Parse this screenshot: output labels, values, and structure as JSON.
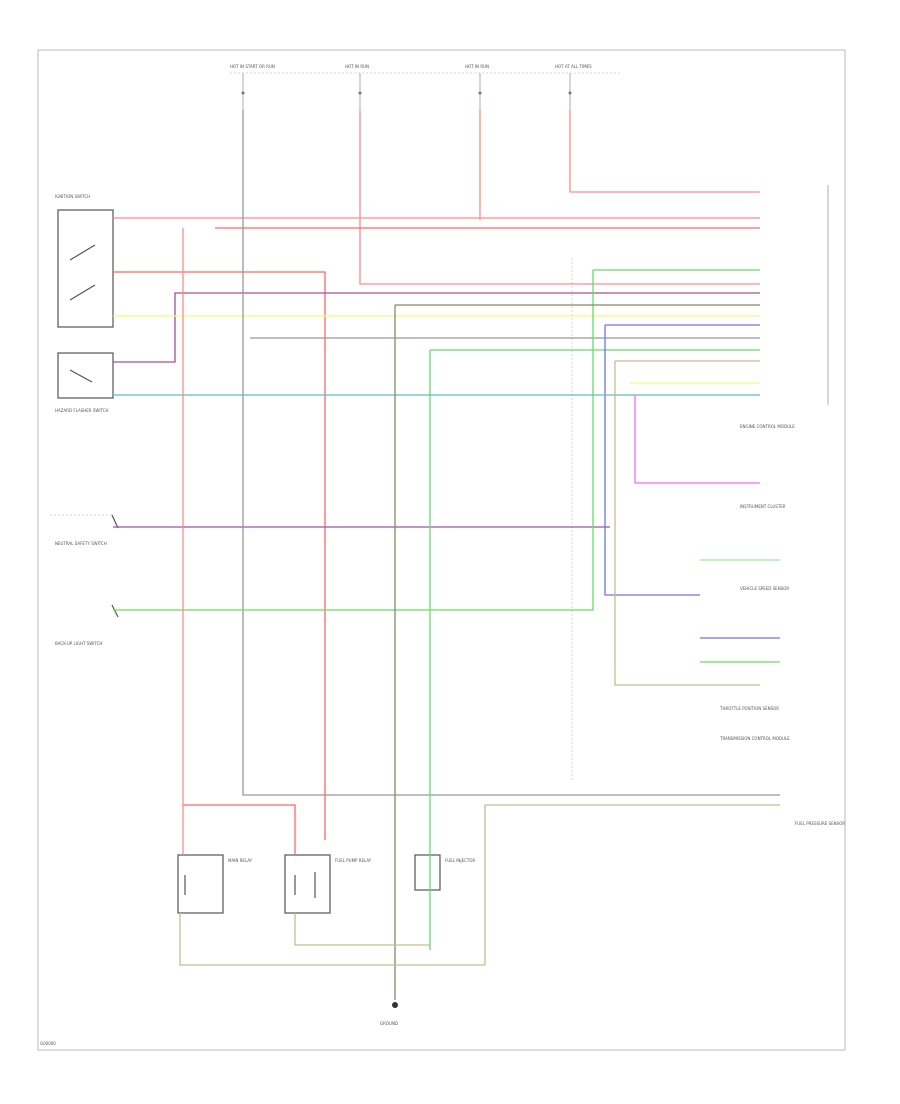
{
  "diagram": {
    "wire_colors": {
      "red": "#ff8a8a",
      "pink": "#ff6666",
      "violet": "#a050a0",
      "yellow": "#f7f780",
      "green": "#66dd66",
      "blue": "#7070f0",
      "teal": "#66bbbb",
      "gray": "#999999",
      "tan": "#c8bc8c",
      "olive": "#888866",
      "magenta": "#ff66ff",
      "lightgreen": "#a0e8a0"
    },
    "fuse_labels": [
      "HOT IN START OR RUN",
      "HOT IN RUN",
      "HOT IN RUN",
      "HOT AT ALL TIMES"
    ],
    "left_labels": {
      "ignition_switch": "IGNITION SWITCH",
      "hazard_switch": "HAZARD FLASHER SWITCH",
      "neutral_start_switch": "NEUTRAL SAFETY SWITCH",
      "back_up_switch": "BACK-UP LIGHT SWITCH"
    },
    "right_labels": {
      "ecm": "ENGINE CONTROL MODULE",
      "instrument_cluster": "INSTRUMENT CLUSTER",
      "speed_sensor": "VEHICLE SPEED SENSOR",
      "throttle_sensor": "THROTTLE POSITION SENSOR",
      "trans_control": "TRANSMISSION CONTROL MODULE",
      "fuel_pressure": "FUEL PRESSURE SENSOR"
    },
    "relay_labels": [
      "MAIN RELAY",
      "FUEL PUMP RELAY",
      "FUEL INJECTOR"
    ],
    "ground_label": "GROUND",
    "footer_code": "G00000"
  }
}
